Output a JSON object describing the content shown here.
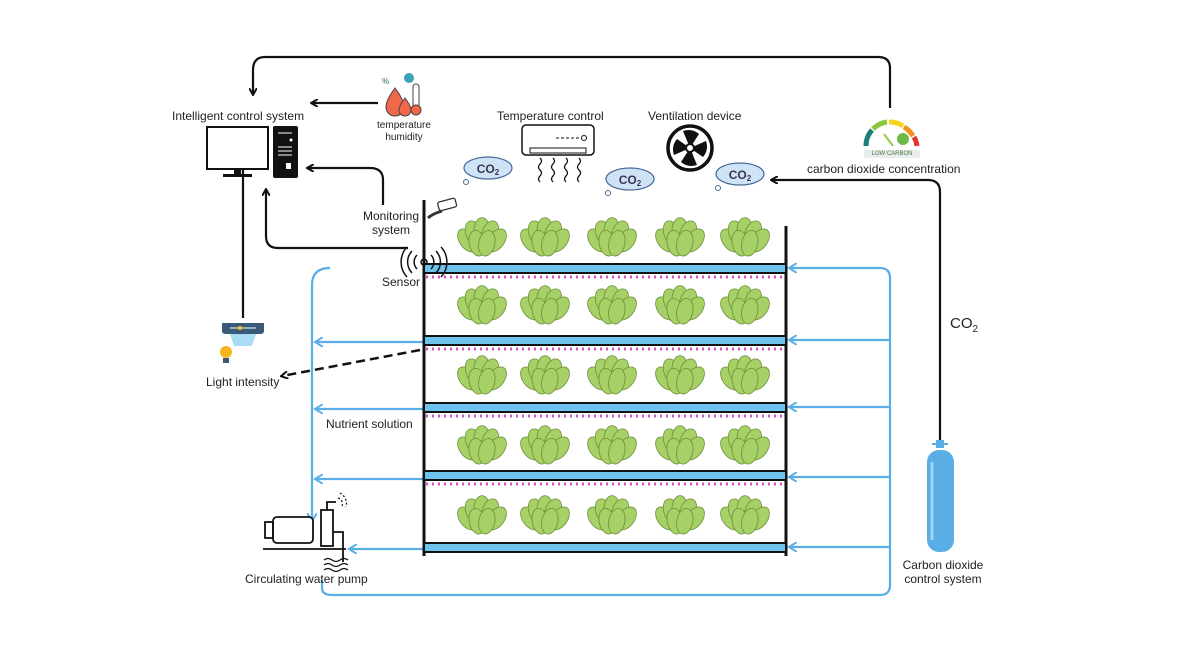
{
  "labels": {
    "intelligent_control": "Intelligent control system",
    "temp_humidity_1": "temperature",
    "temp_humidity_2": "humidity",
    "temperature_control": "Temperature control",
    "ventilation": "Ventilation  device",
    "co2_concentration": "carbon dioxide concentration",
    "gauge_text": "LOW CARBON",
    "monitoring_1": "Monitoring",
    "monitoring_2": "system",
    "sensor": "Sensor",
    "light_intensity": "Light intensity",
    "nutrient_solution": "Nutrient solution",
    "pump": "Circulating water pump",
    "co2_line": "CO",
    "co2_sub": "2",
    "co2_system_1": "Carbon dioxide",
    "co2_system_2": "control system",
    "cloud_text": "CO",
    "cloud_sub": "2"
  },
  "colors": {
    "water_loop": "#5aaee6",
    "shelf": "#6ec3ee",
    "led_strip": "#d94fd0",
    "plant": "#a7d067",
    "arrow": "#111111"
  }
}
